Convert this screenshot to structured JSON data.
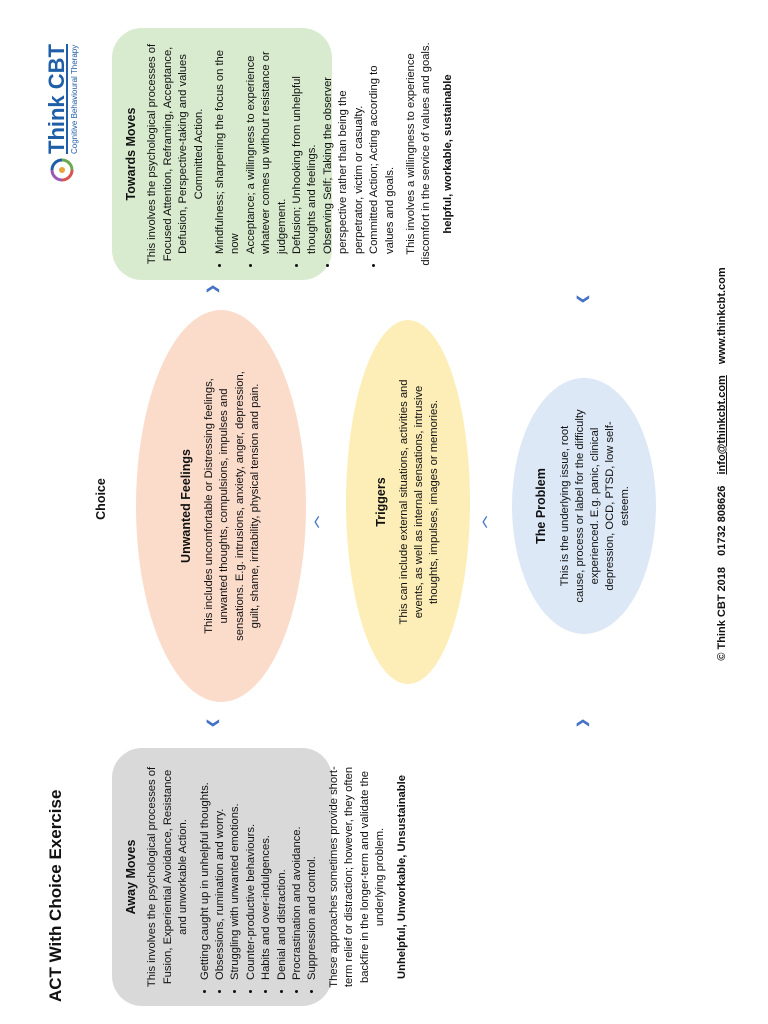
{
  "title": "ACT With Choice Exercise",
  "choice_label": "Choice",
  "logo": {
    "brand": "Think CBT",
    "tagline": "Cognitive Behavioural Therapy"
  },
  "away": {
    "heading": "Away Moves",
    "intro": "This involves the psychological processes of Fusion, Experiential Avoidance, Resistance and unworkable Action.",
    "items": [
      "Getting caught up in unhelpful thoughts.",
      "Obsessions, rumination and worry.",
      "Struggling with unwanted emotions.",
      "Counter-productive behaviours.",
      "Habits and over-indulgences.",
      "Denial and distraction.",
      "Procrastination and avoidance.",
      "Suppression and control."
    ],
    "note": "These approaches sometimes provide short-term relief or distraction; however, they often backfire in the longer-term and validate the underlying problem.",
    "verdict": "Unhelpful, Unworkable, Unsustainable"
  },
  "feelings": {
    "heading": "Unwanted Feelings",
    "text": "This includes uncomfortable or Distressing feelings, unwanted thoughts, compulsions, impulses and sensations. E.g. intrusions, anxiety, anger, depression, guilt, shame, irritability, physical tension and pain."
  },
  "triggers": {
    "heading": "Triggers",
    "text": "This can include external situations, activities and events, as well as internal sensations, intrusive thoughts, impulses, images or memories."
  },
  "problem": {
    "heading": "The Problem",
    "text": "This is the underlying issue, root cause, process or label for the difficulty experienced. E.g. panic, clinical depression, OCD, PTSD, low self-esteem."
  },
  "towards": {
    "heading": "Towards Moves",
    "intro": "This involves the psychological processes of Focused Attention, Reframing, Acceptance, Defusion, Perspective-taking and values Committed Action.",
    "items": [
      "Mindfulness; sharpening the focus on the now",
      "Acceptance; a willingness to experience whatever comes up without resistance or judgement.",
      "Defusion; Unhooking from unhelpful thoughts and feelings.",
      "Observing Self; Taking the observer perspective rather than being the perpetrator, victim or casualty.",
      "Committed Action; Acting according to values and goals."
    ],
    "note": "This involves a willingness to experience discomfort in the service of values and goals.",
    "verdict": "helpful, workable, sustainable"
  },
  "footer": {
    "copyright": "© Think CBT 2018",
    "phone": "01732 808626",
    "email": "info@thinkcbt.com",
    "website": "www.thinkcbt.com"
  },
  "colors": {
    "away_box": "#d9d9d9",
    "towards_box": "#d8ebcf",
    "feelings_ellipse": "#fbdccb",
    "triggers_ellipse": "#fdeeb7",
    "problem_ellipse": "#dce8f6",
    "arrow": "#4472c4",
    "brand": "#1f5fa8"
  }
}
